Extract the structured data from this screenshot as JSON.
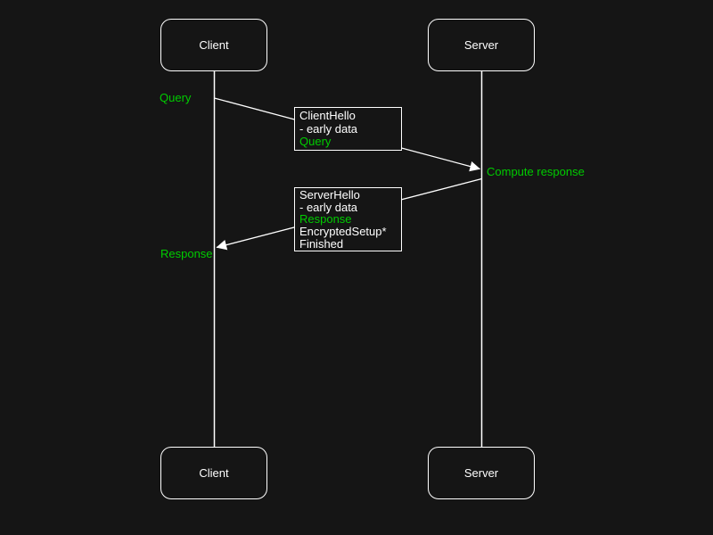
{
  "colors": {
    "background": "#151515",
    "line": "#ffffff",
    "text": "#ffffff",
    "accent_green": "#00cc00"
  },
  "actors": {
    "client_top": "Client",
    "server_top": "Server",
    "client_bottom": "Client",
    "server_bottom": "Server"
  },
  "annotations": {
    "query": "Query",
    "compute_response": "Compute response",
    "response": "Response"
  },
  "messages": {
    "client_hello": {
      "direction": "client-to-server",
      "lines": [
        {
          "text": "ClientHello",
          "highlight": false
        },
        {
          "text": "- early data",
          "highlight": false
        },
        {
          "text": "Query",
          "highlight": true
        }
      ]
    },
    "server_hello": {
      "direction": "server-to-client",
      "lines": [
        {
          "text": "ServerHello",
          "highlight": false
        },
        {
          "text": "- early data",
          "highlight": false
        },
        {
          "text": "Response",
          "highlight": true
        },
        {
          "text": "EncryptedSetup*",
          "highlight": false
        },
        {
          "text": "Finished",
          "highlight": false
        }
      ]
    }
  }
}
